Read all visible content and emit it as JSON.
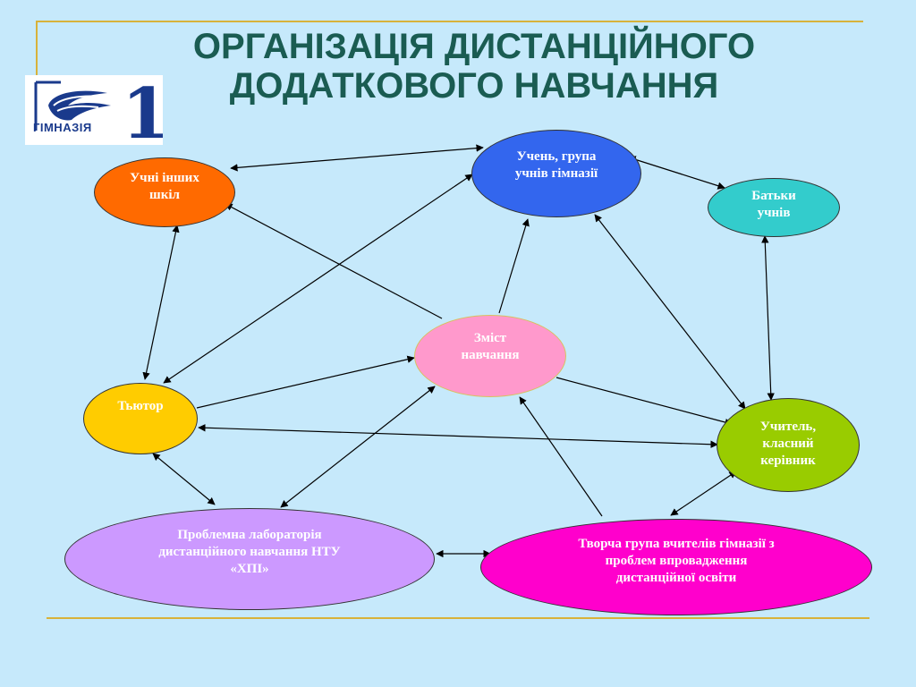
{
  "title": {
    "line1": "ОРГАНІЗАЦІЯ ДИСТАНЦІЙНОГО",
    "line2": "ДОДАТКОВОГО НАВЧАННЯ"
  },
  "logo": {
    "text": "ГІМНАЗІЯ",
    "numeral": "1"
  },
  "nodes": {
    "others": {
      "lines": [
        "Учні інших",
        "шкіл"
      ],
      "color": "#ff6a00"
    },
    "student": {
      "lines": [
        "Учень, група",
        "учнів гімназії"
      ],
      "color": "#3366ee"
    },
    "parents": {
      "lines": [
        "Батьки",
        "учнів"
      ],
      "color": "#33cccc"
    },
    "content": {
      "lines": [
        "Зміст",
        "навчання"
      ],
      "color": "#ff99cc"
    },
    "tutor": {
      "lines": [
        "Тьютор"
      ],
      "color": "#ffcc00"
    },
    "teacher": {
      "lines": [
        "Учитель,",
        "класний",
        "керівник"
      ],
      "color": "#99cc00"
    },
    "lab": {
      "lines": [
        "Проблемна лабораторія",
        "дистанційного навчання НТУ",
        "«ХПІ»"
      ],
      "color": "#cc99ff"
    },
    "group": {
      "lines": [
        "Творча група вчителів гімназії з",
        "проблем впровадження",
        "дистанційної освіти"
      ],
      "color": "#ff00cc"
    }
  },
  "edges": [
    {
      "from": "others",
      "to": "student",
      "direction": "both"
    },
    {
      "from": "student",
      "to": "parents",
      "direction": "both"
    },
    {
      "from": "others",
      "to": "tutor",
      "direction": "both"
    },
    {
      "from": "content",
      "to": "others",
      "direction": "forward"
    },
    {
      "from": "content",
      "to": "student",
      "direction": "forward"
    },
    {
      "from": "tutor",
      "to": "student",
      "direction": "both"
    },
    {
      "from": "tutor",
      "to": "content",
      "direction": "forward"
    },
    {
      "from": "tutor",
      "to": "teacher",
      "direction": "both"
    },
    {
      "from": "content",
      "to": "teacher",
      "direction": "forward"
    },
    {
      "from": "parents",
      "to": "teacher",
      "direction": "both"
    },
    {
      "from": "student",
      "to": "teacher",
      "direction": "both"
    },
    {
      "from": "tutor",
      "to": "lab",
      "direction": "both"
    },
    {
      "from": "lab",
      "to": "content",
      "direction": "both"
    },
    {
      "from": "lab",
      "to": "group",
      "direction": "both"
    },
    {
      "from": "group",
      "to": "content",
      "direction": "forward"
    },
    {
      "from": "group",
      "to": "teacher",
      "direction": "both"
    }
  ]
}
